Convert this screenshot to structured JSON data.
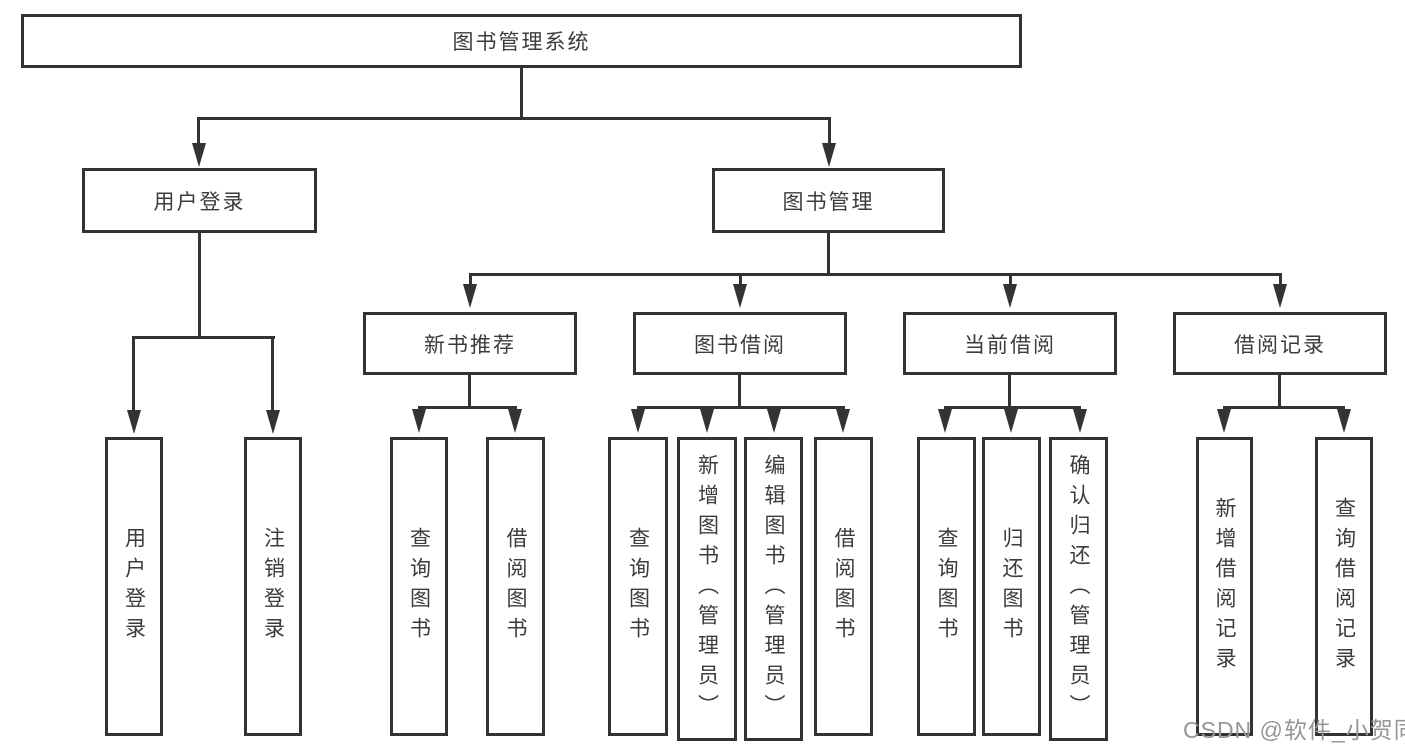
{
  "diagram": {
    "root": {
      "label": "图书管理系统"
    },
    "level2": [
      {
        "label": "用户登录"
      },
      {
        "label": "图书管理"
      }
    ],
    "level3": [
      {
        "label": "新书推荐"
      },
      {
        "label": "图书借阅"
      },
      {
        "label": "当前借阅"
      },
      {
        "label": "借阅记录"
      }
    ],
    "leaves": {
      "user_login": [
        "用户登录",
        "注销登录"
      ],
      "new_books": [
        "查询图书",
        "借阅图书"
      ],
      "book_borrow": [
        "查询图书",
        "新增图书（管理员）",
        "编辑图书（管理员）",
        "借阅图书"
      ],
      "current_borrow": [
        "查询图书",
        "归还图书",
        "确认归还（管理员）"
      ],
      "borrow_records": [
        "新增借阅记录",
        "查询借阅记录"
      ]
    }
  },
  "watermark": {
    "text": "CSDN @软件_小贺同学"
  },
  "colors": {
    "line": "#333333",
    "text": "#3c3c3c",
    "background": "#ffffff",
    "watermark": "#969696"
  }
}
